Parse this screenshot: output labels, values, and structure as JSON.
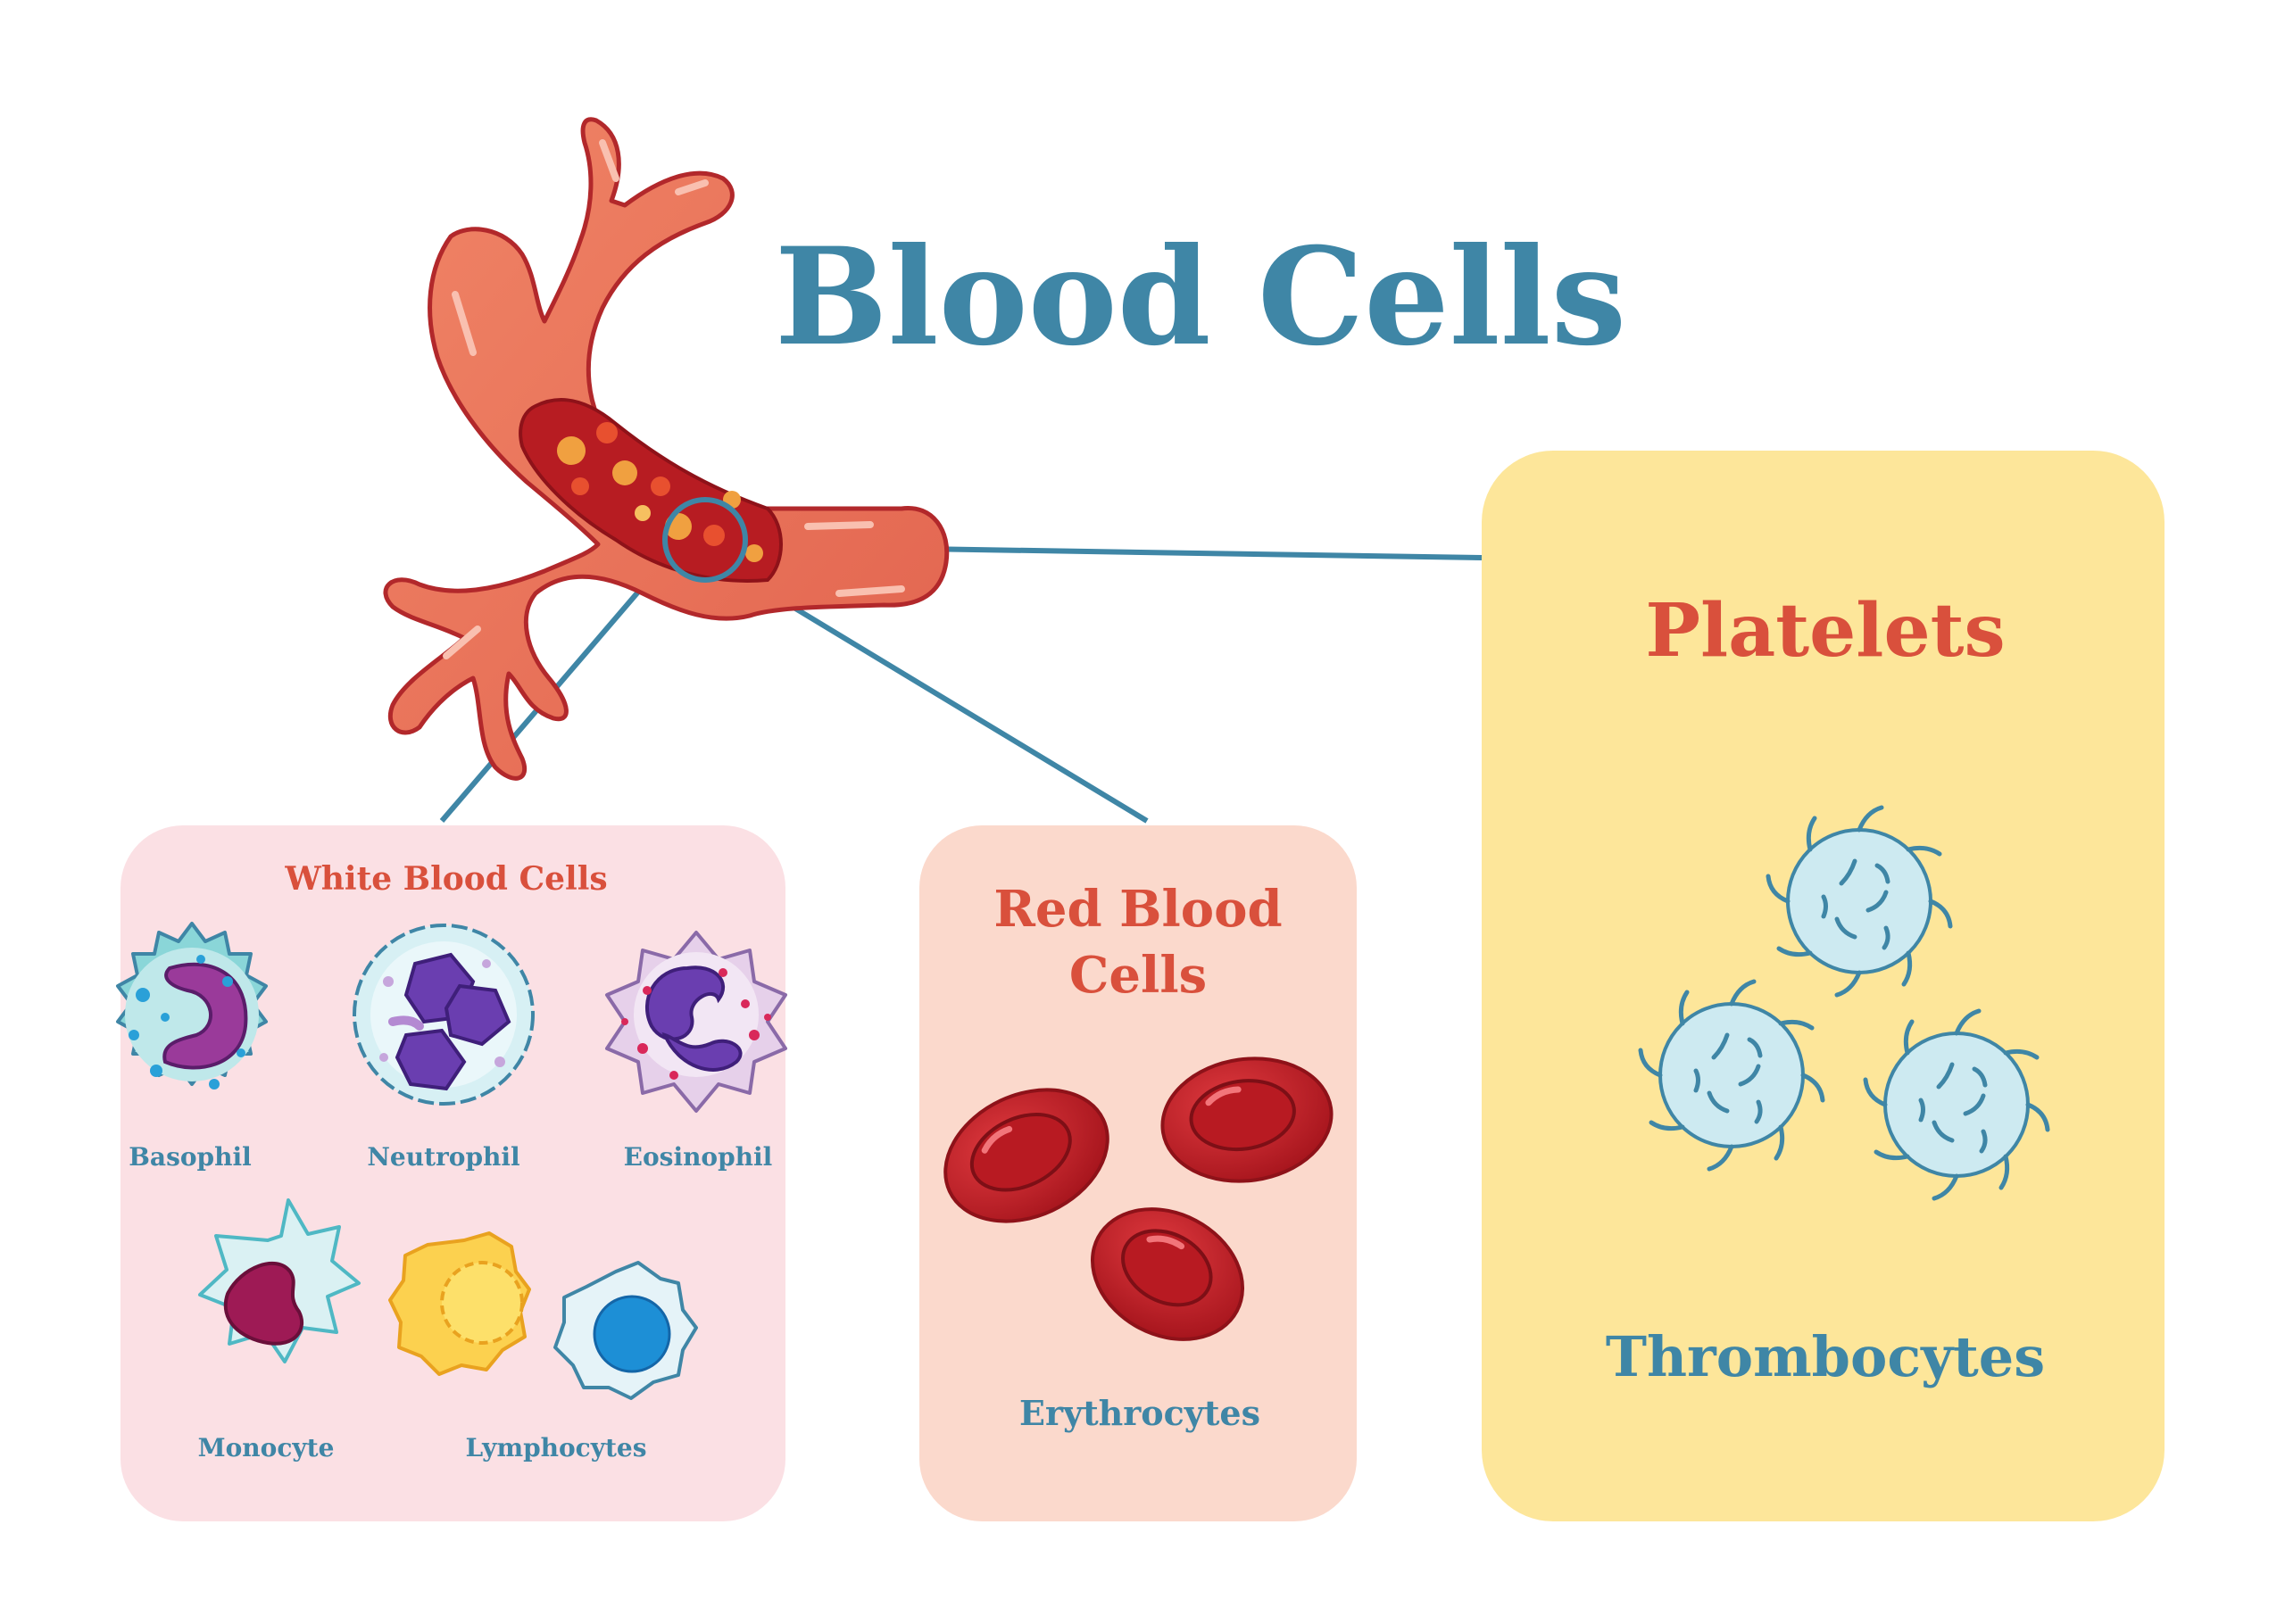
{
  "title": "Blood Cells",
  "colors": {
    "title": "#3f86a6",
    "heading_red": "#d9503c",
    "label_blue": "#3f86a6",
    "connector": "#3f86a6",
    "vessel": "#e8735a",
    "vessel_outline": "#b2282b",
    "wbc_panel": "#fbe0e4",
    "rbc_panel": "#fbd9cc",
    "platelet_panel": "#fde69a",
    "rbc": "#c8232b",
    "platelet": "#cdeaf1"
  },
  "icons": [
    "blood-vessel-icon",
    "basophil-icon",
    "neutrophil-icon",
    "eosinophil-icon",
    "monocyte-icon",
    "lymphocyte-icon",
    "red-blood-cell-icon",
    "platelet-icon"
  ],
  "white_blood_cells": {
    "heading": "White Blood Cells",
    "cells": [
      {
        "label": "Basophil"
      },
      {
        "label": "Neutrophil"
      },
      {
        "label": "Eosinophil"
      },
      {
        "label": "Monocyte"
      },
      {
        "label": "Lymphocytes"
      }
    ]
  },
  "red_blood_cells": {
    "heading_line1": "Red Blood",
    "heading_line2": "Cells",
    "label": "Erythrocytes"
  },
  "platelets": {
    "heading": "Platelets",
    "label": "Thrombocytes"
  }
}
